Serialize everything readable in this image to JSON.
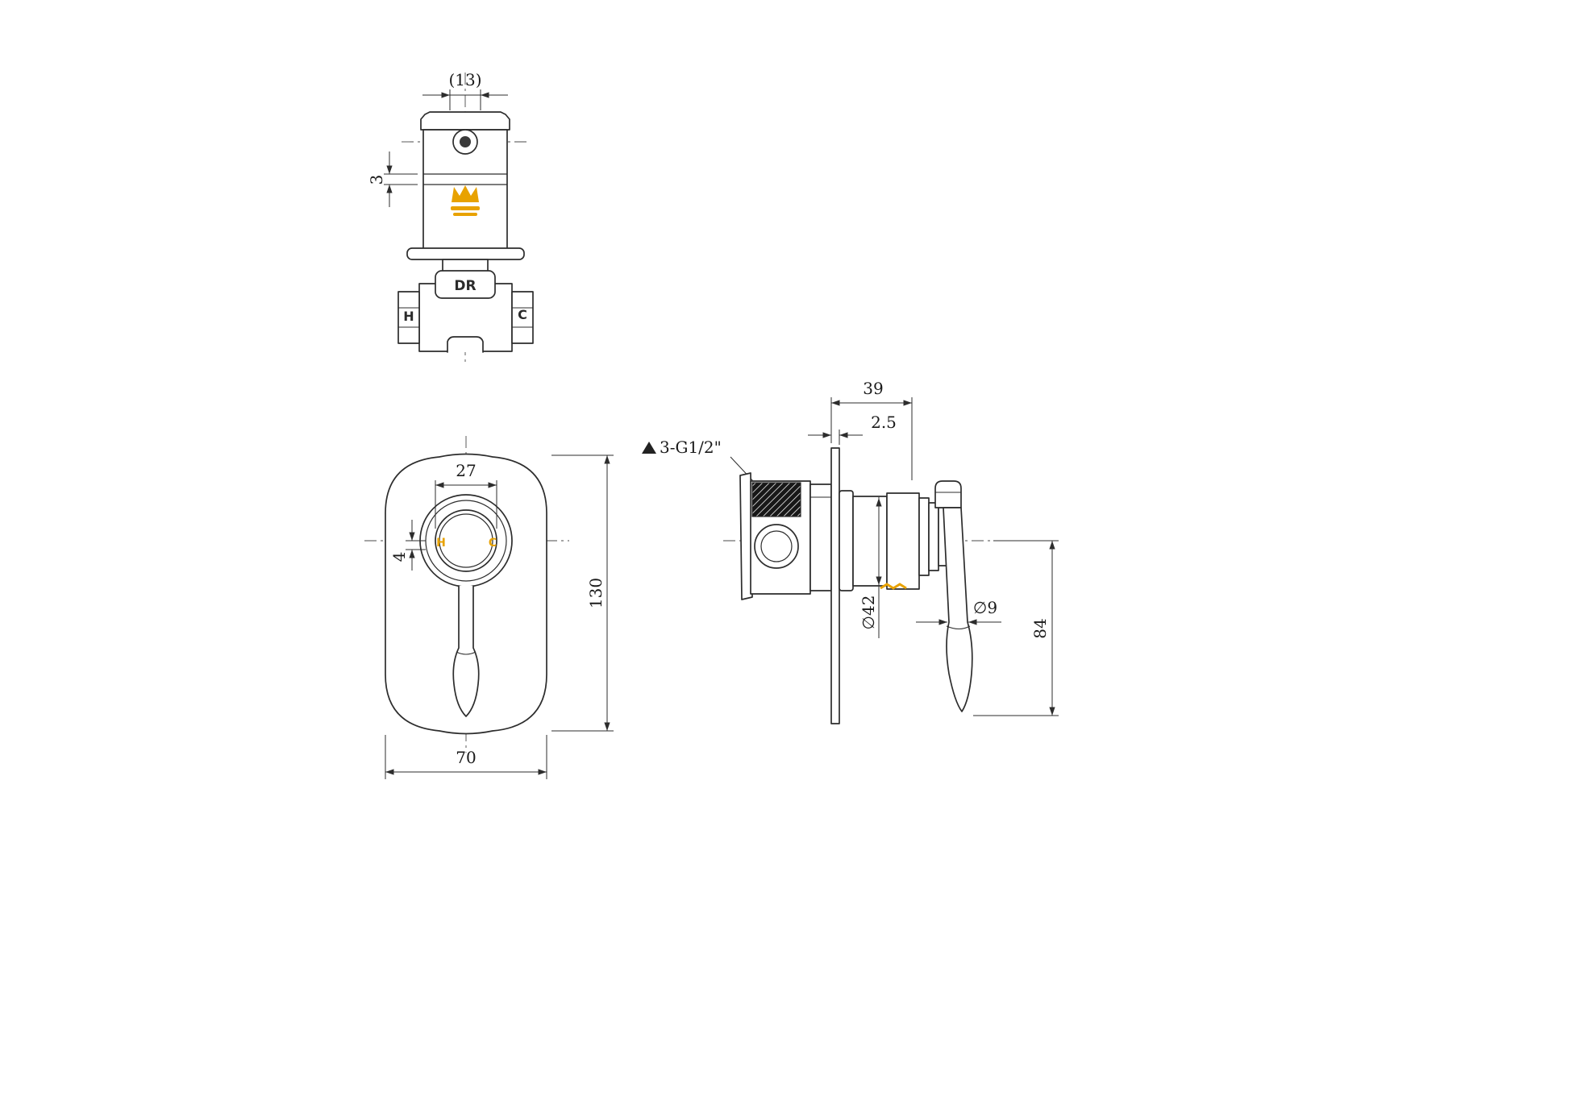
{
  "colors": {
    "line": "#2d2d2d",
    "accent": "#e8a200",
    "text": "#1a1a1a"
  },
  "top_view": {
    "dim_width": "(13)",
    "dim_step": "3",
    "label_body": "DR",
    "label_hot": "H",
    "label_cold": "C"
  },
  "front_view": {
    "dim_circle_diameter": "27",
    "dim_offset": "4",
    "dim_height": "130",
    "dim_width": "70",
    "label_hot": "H",
    "label_cold": "C"
  },
  "side_view": {
    "thread_note": "3-G1/2\"",
    "dim_depth": "39",
    "dim_plate_thickness": "2.5",
    "dim_body_diameter": "∅42",
    "dim_lever_diameter": "∅9",
    "dim_lever_drop": "84"
  }
}
